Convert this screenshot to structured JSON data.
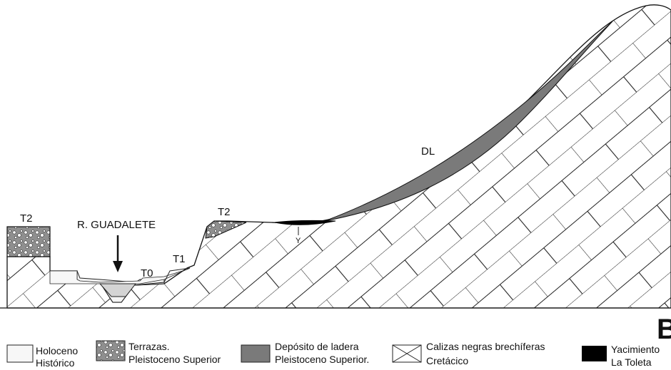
{
  "panel_letter": "B",
  "labels": {
    "river": "R. GUADALETE",
    "terrace_left": "T2",
    "terrace_t2": "T2",
    "terrace_t1": "T1",
    "terrace_t0": "T0",
    "slope_deposit": "DL",
    "site": "Y"
  },
  "legend": [
    {
      "pattern": "holocene-swatch",
      "line1": "Holoceno",
      "line2": "Histórico"
    },
    {
      "pattern": "terrace-swatch",
      "line1": "Terrazas.",
      "line2": "Pleistoceno Superior"
    },
    {
      "pattern": "slope-deposit-swatch",
      "line1": "Depósito de ladera",
      "line2": "Pleistoceno Superior."
    },
    {
      "pattern": "limestone-swatch",
      "line1": "Calizas negras brechíferas",
      "line2": "Cretácico"
    },
    {
      "pattern": "site-swatch",
      "line1": "Yacimiento",
      "line2": "La Toleta"
    }
  ],
  "colors": {
    "slope_deposit": "#7a7a7a",
    "site": "#000000",
    "channel": "#d4d4d4",
    "holocene": "#f7f7f7"
  }
}
